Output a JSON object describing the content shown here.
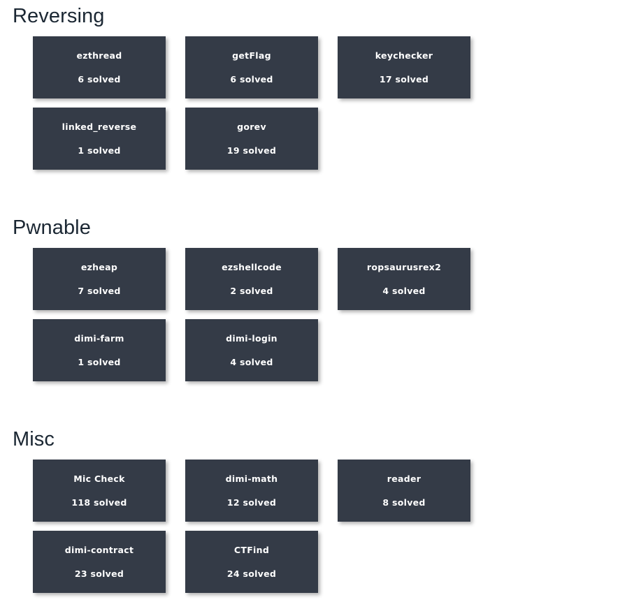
{
  "page": {
    "background_color": "#ffffff",
    "card_color": "#343b47",
    "card_text_color": "#ffffff",
    "heading_color": "#1b2733",
    "solved_suffix": "solved"
  },
  "categories": [
    {
      "title": "Reversing",
      "challenges": [
        {
          "name": "ezthread",
          "solves": "6 solved"
        },
        {
          "name": "getFlag",
          "solves": "6 solved"
        },
        {
          "name": "keychecker",
          "solves": "17 solved"
        },
        {
          "name": "linked_reverse",
          "solves": "1 solved"
        },
        {
          "name": "gorev",
          "solves": "19 solved"
        }
      ]
    },
    {
      "title": "Pwnable",
      "challenges": [
        {
          "name": "ezheap",
          "solves": "7 solved"
        },
        {
          "name": "ezshellcode",
          "solves": "2 solved"
        },
        {
          "name": "ropsaurusrex2",
          "solves": "4 solved"
        },
        {
          "name": "dimi-farm",
          "solves": "1 solved"
        },
        {
          "name": "dimi-login",
          "solves": "4 solved"
        }
      ]
    },
    {
      "title": "Misc",
      "challenges": [
        {
          "name": "Mic Check",
          "solves": "118 solved"
        },
        {
          "name": "dimi-math",
          "solves": "12 solved"
        },
        {
          "name": "reader",
          "solves": "8 solved"
        },
        {
          "name": "dimi-contract",
          "solves": "23 solved"
        },
        {
          "name": "CTFind",
          "solves": "24 solved"
        }
      ]
    }
  ]
}
